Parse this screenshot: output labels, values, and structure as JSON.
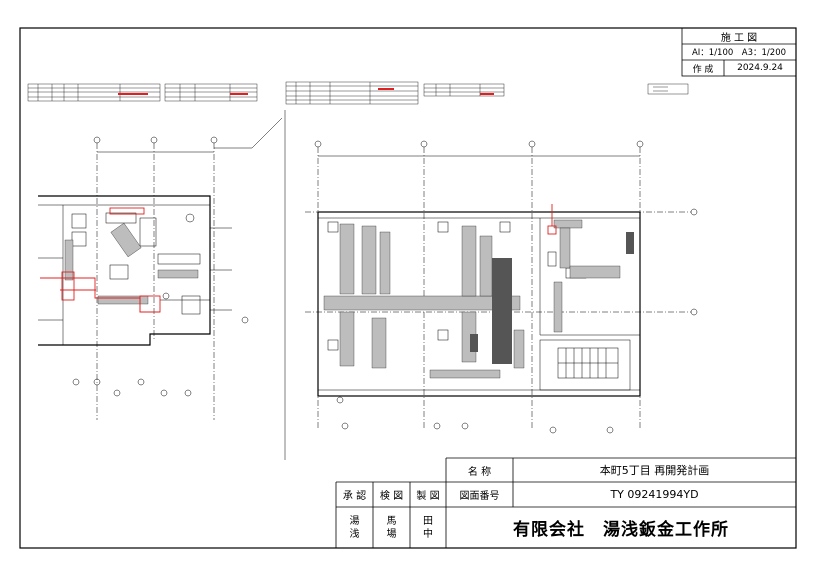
{
  "title_block": {
    "header": "施 工 図",
    "scale_label": "AI：1/100　A3：1/200",
    "created_label": "作 成",
    "created_date": "2024.9.24"
  },
  "info_block": {
    "name_label": "名 称",
    "name_value": "本町5丁目 再開発計画",
    "approval_label": "承 認",
    "check_label": "検 図",
    "draft_label": "製 図",
    "drawing_no_label": "図面番号",
    "drawing_no_value": "TY 09241994YD",
    "approver": "湯浅",
    "checker": "馬場",
    "drafter": "田中",
    "company": "有限会社　湯浅鈑金工作所"
  },
  "colors": {
    "line": "#000000",
    "accent": "#e02020",
    "duct_fill": "#bdbdbd",
    "dark_fill": "#555555"
  }
}
